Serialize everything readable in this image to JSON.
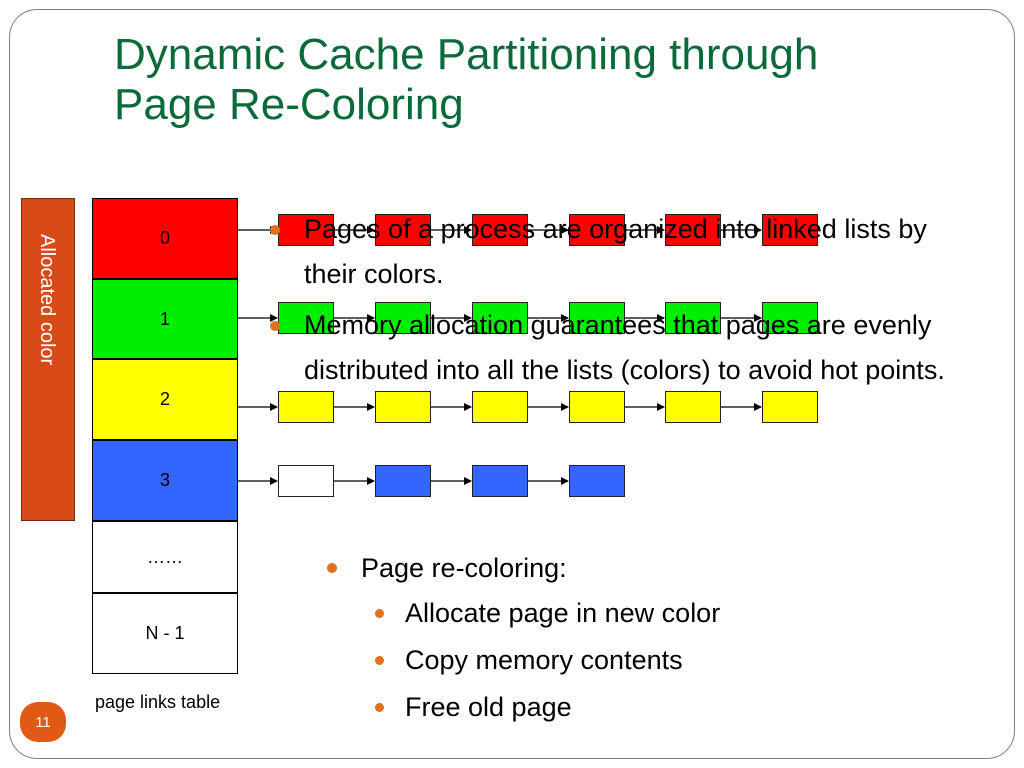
{
  "title": {
    "line1": "Dynamic Cache Partitioning through",
    "line2": "Page Re-Coloring"
  },
  "allocated_color_label": "Allocated color",
  "page_links_table": {
    "caption": "page links table",
    "rows": [
      {
        "label": "0",
        "color": "#ff0000"
      },
      {
        "label": "1",
        "color": "#00ee00"
      },
      {
        "label": "2",
        "color": "#ffff00"
      },
      {
        "label": "3",
        "color": "#3366ff"
      },
      {
        "label": "……",
        "color": "#ffffff"
      },
      {
        "label": "N - 1",
        "color": "#ffffff"
      }
    ]
  },
  "linked_lists": [
    {
      "color": "#ff0000",
      "boxes": [
        "#ff0000",
        "#ff0000",
        "#ff0000",
        "#ff0000",
        "#ff0000",
        "#ff0000"
      ]
    },
    {
      "color": "#00ee00",
      "boxes": [
        "#00ee00",
        "#00ee00",
        "#00ee00",
        "#00ee00",
        "#00ee00",
        "#00ee00"
      ]
    },
    {
      "color": "#ffff00",
      "boxes": [
        "#ffff00",
        "#ffff00",
        "#ffff00",
        "#ffff00",
        "#ffff00",
        "#ffff00"
      ]
    },
    {
      "color": "#3366ff",
      "boxes": [
        "#ffffff",
        "#3366ff",
        "#3366ff",
        "#3366ff"
      ]
    }
  ],
  "bullets": [
    "Pages of a process are organized into linked lists by their colors.",
    "Memory allocation guarantees that pages are evenly distributed into all the lists (colors) to avoid hot points."
  ],
  "recoloring": {
    "heading": "Page re-coloring:",
    "steps": [
      "Allocate page in new color",
      "Copy memory contents",
      "Free old page"
    ]
  },
  "slide_number": "11",
  "colors": {
    "title": "#0b6a3a",
    "bullet": "#e2701c",
    "allocated_bar": "#d84a17",
    "page_number_bg": "#e05a15"
  }
}
